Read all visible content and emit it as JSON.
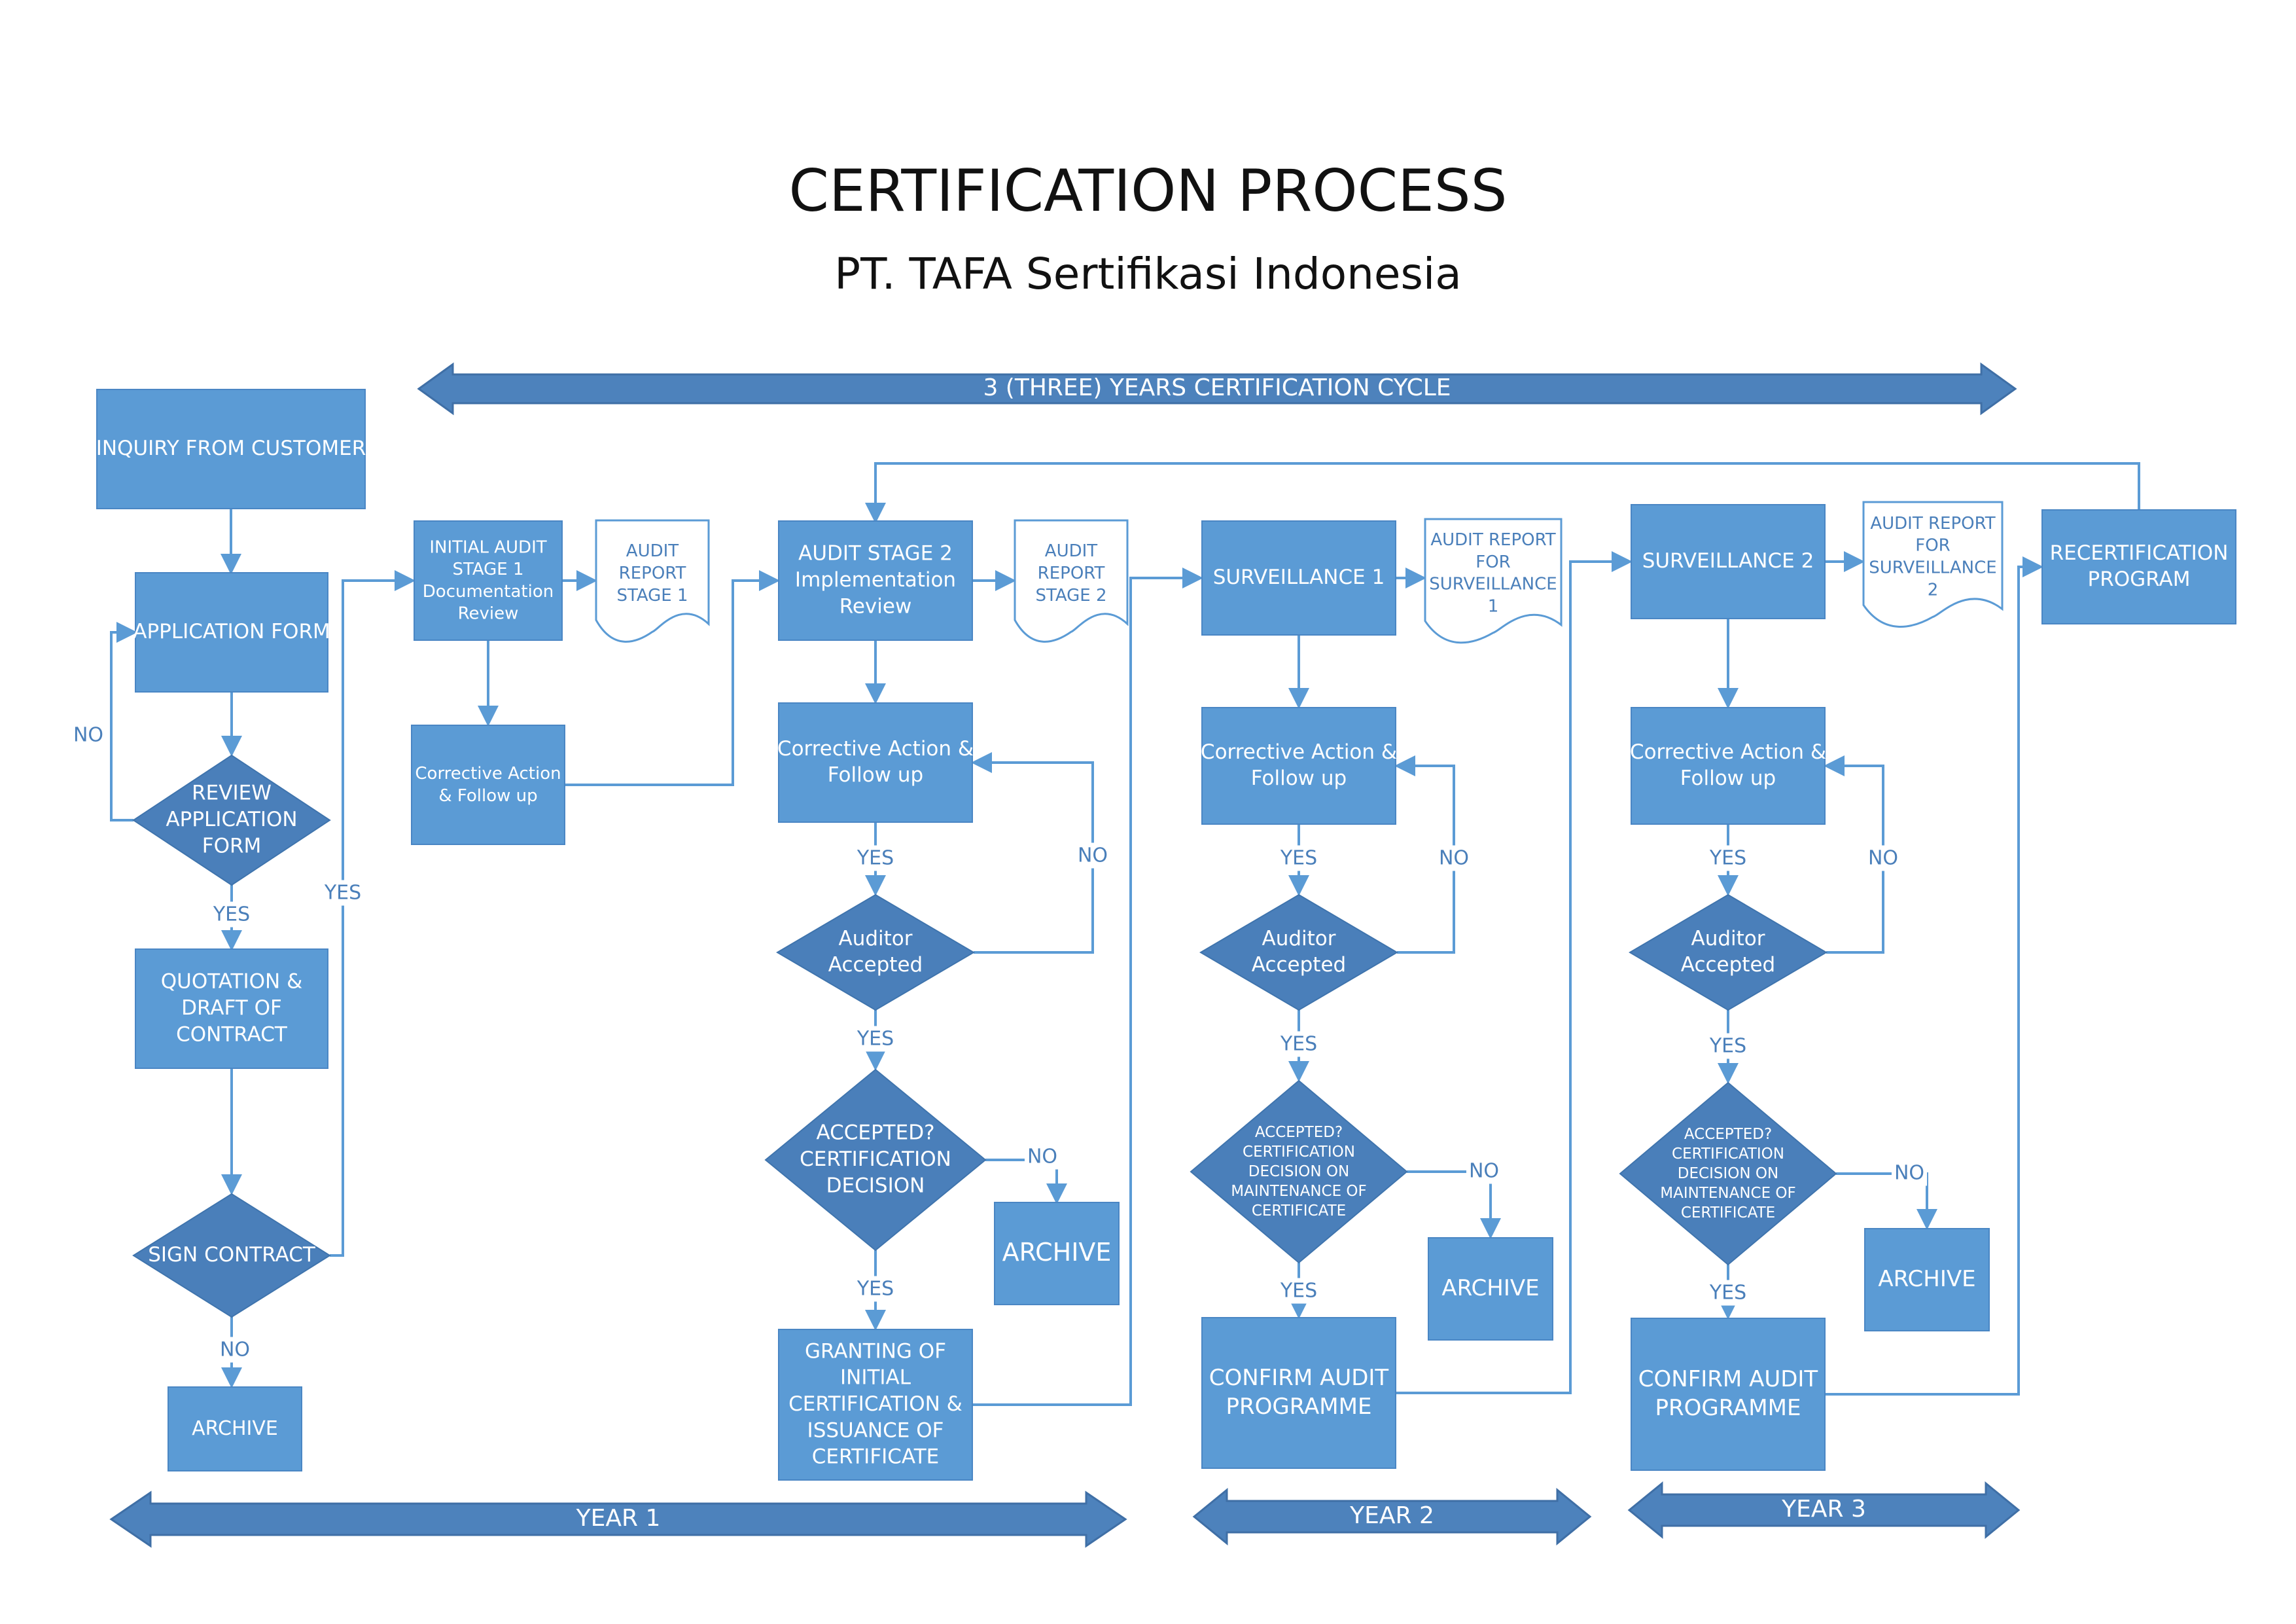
{
  "header": {
    "title": "CERTIFICATION PROCESS",
    "subtitle": "PT. TAFA Sertifikasi Indonesia"
  },
  "colors": {
    "box": "#5b9bd5",
    "diamond": "#4a7fba",
    "line": "#5b9bd5",
    "banner": "#4d82bc",
    "label": "#4a7fba"
  },
  "banners": {
    "cycle": "3 (THREE)  YEARS CERTIFICATION CYCLE",
    "year1": "YEAR 1",
    "year2": "YEAR 2",
    "year3": "YEAR 3"
  },
  "nodes": {
    "inquiry": "INQUIRY FROM CUSTOMER",
    "application_form": "APPLICATION FORM",
    "review_application": "REVIEW\nAPPLICATION\nFORM",
    "quotation": "QUOTATION &\nDRAFT OF\nCONTRACT",
    "sign_contract": "SIGN CONTRACT",
    "archive_1": "ARCHIVE",
    "initial_audit": "INITIAL AUDIT\nSTAGE 1\nDocumentation\nReview",
    "report_stage1": "AUDIT\nREPORT\nSTAGE 1",
    "corrective_stage1": "Corrective Action\n& Follow up",
    "audit_stage2": "AUDIT STAGE 2\nImplementation\nReview",
    "report_stage2": "AUDIT\nREPORT\nSTAGE 2",
    "corrective_stage2": "Corrective Action &\nFollow up",
    "auditor_accepted_1": "Auditor\nAccepted",
    "cert_decision": "ACCEPTED?\nCERTIFICATION\nDECISION",
    "archive_2": "ARCHIVE",
    "granting": "GRANTING OF\nINITIAL\nCERTIFICATION &\nISSUANCE OF\nCERTIFICATE",
    "surveillance_1": "SURVEILLANCE 1",
    "report_surv1": "AUDIT REPORT\nFOR\nSURVEILLANCE\n1",
    "corrective_surv1": "Corrective Action &\nFollow up",
    "auditor_accepted_2": "Auditor\nAccepted",
    "maintenance_decision_1": "ACCEPTED?\nCERTIFICATION\nDECISION ON\nMAINTENANCE OF\nCERTIFICATE",
    "archive_3": "ARCHIVE",
    "confirm_1": "CONFIRM AUDIT\nPROGRAMME",
    "surveillance_2": "SURVEILLANCE 2",
    "report_surv2": "AUDIT REPORT\nFOR\nSURVEILLANCE\n2",
    "corrective_surv2": "Corrective Action &\nFollow up",
    "auditor_accepted_3": "Auditor\nAccepted",
    "maintenance_decision_2": "ACCEPTED?\nCERTIFICATION\nDECISION ON\nMAINTENANCE OF\nCERTIFICATE",
    "archive_4": "ARCHIVE",
    "confirm_2": "CONFIRM AUDIT\nPROGRAMME",
    "recertification": "RECERTIFICATION\nPROGRAM"
  },
  "labels": {
    "no_review": "NO",
    "yes_review": "YES",
    "yes_sign": "YES",
    "no_sign": "NO",
    "yes_s2_ca": "YES",
    "no_s2_loop": "NO",
    "yes_s2_acc": "YES",
    "no_s2_dec": "NO",
    "yes_s2_dec": "YES",
    "yes_sv1_ca": "YES",
    "no_sv1_loop": "NO",
    "yes_sv1_acc": "YES",
    "no_sv1_dec": "NO",
    "yes_sv1_dec": "YES",
    "yes_sv2_ca": "YES",
    "no_sv2_loop": "NO",
    "yes_sv2_acc": "YES",
    "no_sv2_dec": "NO",
    "yes_sv2_dec": "YES"
  }
}
